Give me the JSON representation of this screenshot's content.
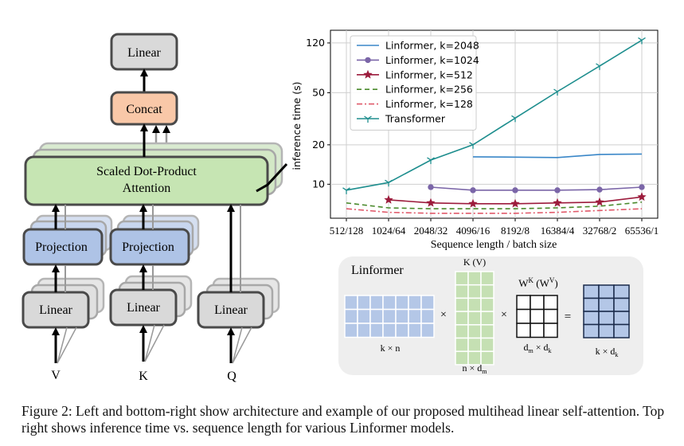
{
  "architecture": {
    "linear_top": "Linear",
    "concat": "Concat",
    "attention_line1": "Scaled Dot-Product",
    "attention_line2": "Attention",
    "projection": "Projection",
    "linear": "Linear",
    "inputs": [
      "V",
      "K",
      "Q"
    ],
    "colors": {
      "concat": "#f9c8a8",
      "attention": "#c6e5b3",
      "projection": "#aec3e6",
      "linear": "#d9d9d9",
      "border": "#4a4a4a"
    }
  },
  "chart_data": {
    "type": "line",
    "ylabel": "inference time (s)",
    "xlabel": "Sequence length / batch size",
    "categories": [
      "512/128",
      "1024/64",
      "2048/32",
      "4096/16",
      "8192/8",
      "16384/4",
      "32768/2",
      "65536/1"
    ],
    "yscale": "log",
    "yticks": [
      10,
      20,
      50,
      120
    ],
    "ylim": [
      5.5,
      150
    ],
    "grid": true,
    "legend_position": "top-left",
    "series": [
      {
        "name": "Linformer, k=2048",
        "color": "#3a87c8",
        "marker": "none",
        "dash": "solid",
        "values": [
          null,
          null,
          null,
          16.2,
          16.1,
          16.0,
          16.9,
          17.0
        ]
      },
      {
        "name": "Linformer, k=1024",
        "color": "#7b66a8",
        "marker": "circle",
        "dash": "solid",
        "values": [
          null,
          null,
          9.5,
          9.0,
          9.0,
          9.0,
          9.1,
          9.5
        ]
      },
      {
        "name": "Linformer, k=512",
        "color": "#9c1b3c",
        "marker": "star",
        "dash": "solid",
        "values": [
          null,
          7.6,
          7.2,
          7.1,
          7.1,
          7.2,
          7.3,
          8.0
        ]
      },
      {
        "name": "Linformer, k=256",
        "color": "#4a8a2c",
        "marker": "none",
        "dash": "dashed",
        "values": [
          7.2,
          6.6,
          6.5,
          6.5,
          6.5,
          6.6,
          6.8,
          7.3
        ]
      },
      {
        "name": "Linformer, k=128",
        "color": "#e05a6a",
        "marker": "none",
        "dash": "dashdot",
        "values": [
          6.5,
          6.1,
          6.0,
          6.0,
          6.0,
          6.1,
          6.3,
          6.5
        ]
      },
      {
        "name": "Transformer",
        "color": "#1e8e8e",
        "marker": "tri",
        "dash": "solid",
        "values": [
          9.0,
          10.3,
          15.3,
          20.0,
          32.0,
          51.0,
          80.0,
          126.0
        ]
      }
    ]
  },
  "example": {
    "title": "Linformer",
    "kv_label": "K (V)",
    "w_label": "W",
    "w_sup": "K",
    "w_paren_open": " (W",
    "w_paren_sup": "V",
    "w_paren_close": ")",
    "label_kn": "k × n",
    "label_nd": "n × d",
    "label_nd_sub": "m",
    "label_dd": "d",
    "label_dd_sub1": "m",
    "label_dd_mid": " × d",
    "label_dd_sub2": "k",
    "label_kd": "k × d",
    "label_kd_sub": "k",
    "times": "×",
    "equals": "=",
    "colors": {
      "blue": "#b4c7e7",
      "green": "#c5e0b3",
      "white": "#ffffff",
      "panel": "#eeeeee"
    }
  },
  "caption": "Figure 2: Left and bottom-right show architecture and example of our proposed multihead linear self-attention. Top right shows inference time vs. sequence length for various Linformer models."
}
